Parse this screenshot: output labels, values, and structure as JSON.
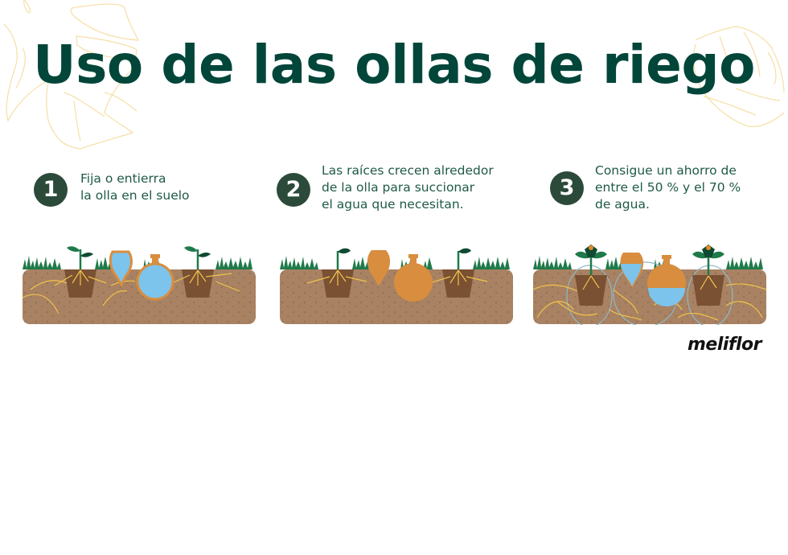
{
  "header": {
    "title": "Uso de las ollas de riego"
  },
  "steps": [
    {
      "number": "1",
      "text": "Fija o entierra\nla olla en el suelo"
    },
    {
      "number": "2",
      "text": "Las raíces crecen alrededor\nde la olla para succionar\nel agua que necesitan."
    },
    {
      "number": "3",
      "text": "Consigue un ahorro de\nentre el 50 % y el 70 %\nde agua."
    }
  ],
  "illustrations": [
    {
      "label": "olla-filled-with-water",
      "plants": "seedlings",
      "pots_water": "full"
    },
    {
      "label": "olla-emptying-roots-growing",
      "plants": "seedlings",
      "pots_water": "empty"
    },
    {
      "label": "olla-roots-surrounding",
      "plants": "flowering",
      "pots_water": "half"
    }
  ],
  "brand": {
    "logo_text": "meliflor"
  },
  "colors": {
    "title": "#02463a",
    "badge": "#2c4a3a",
    "step_text": "#1f5a45",
    "soil": "#a88262",
    "pot_hole": "#7a5133",
    "olla": "#d88d3f",
    "water": "#7cc4ec",
    "roots": "#f0c24a",
    "grass": "#1f7a4a",
    "leaf_outline": "#f6dfa6"
  }
}
